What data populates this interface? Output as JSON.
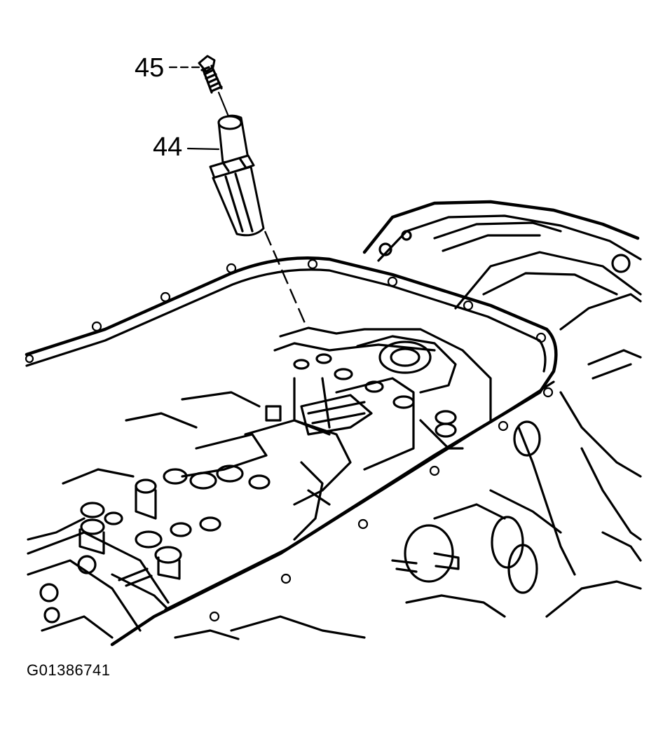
{
  "callouts": {
    "bolt": "45",
    "sensor": "44"
  },
  "figure_id": "G01386741",
  "colors": {
    "line": "#000000",
    "background": "#ffffff"
  }
}
